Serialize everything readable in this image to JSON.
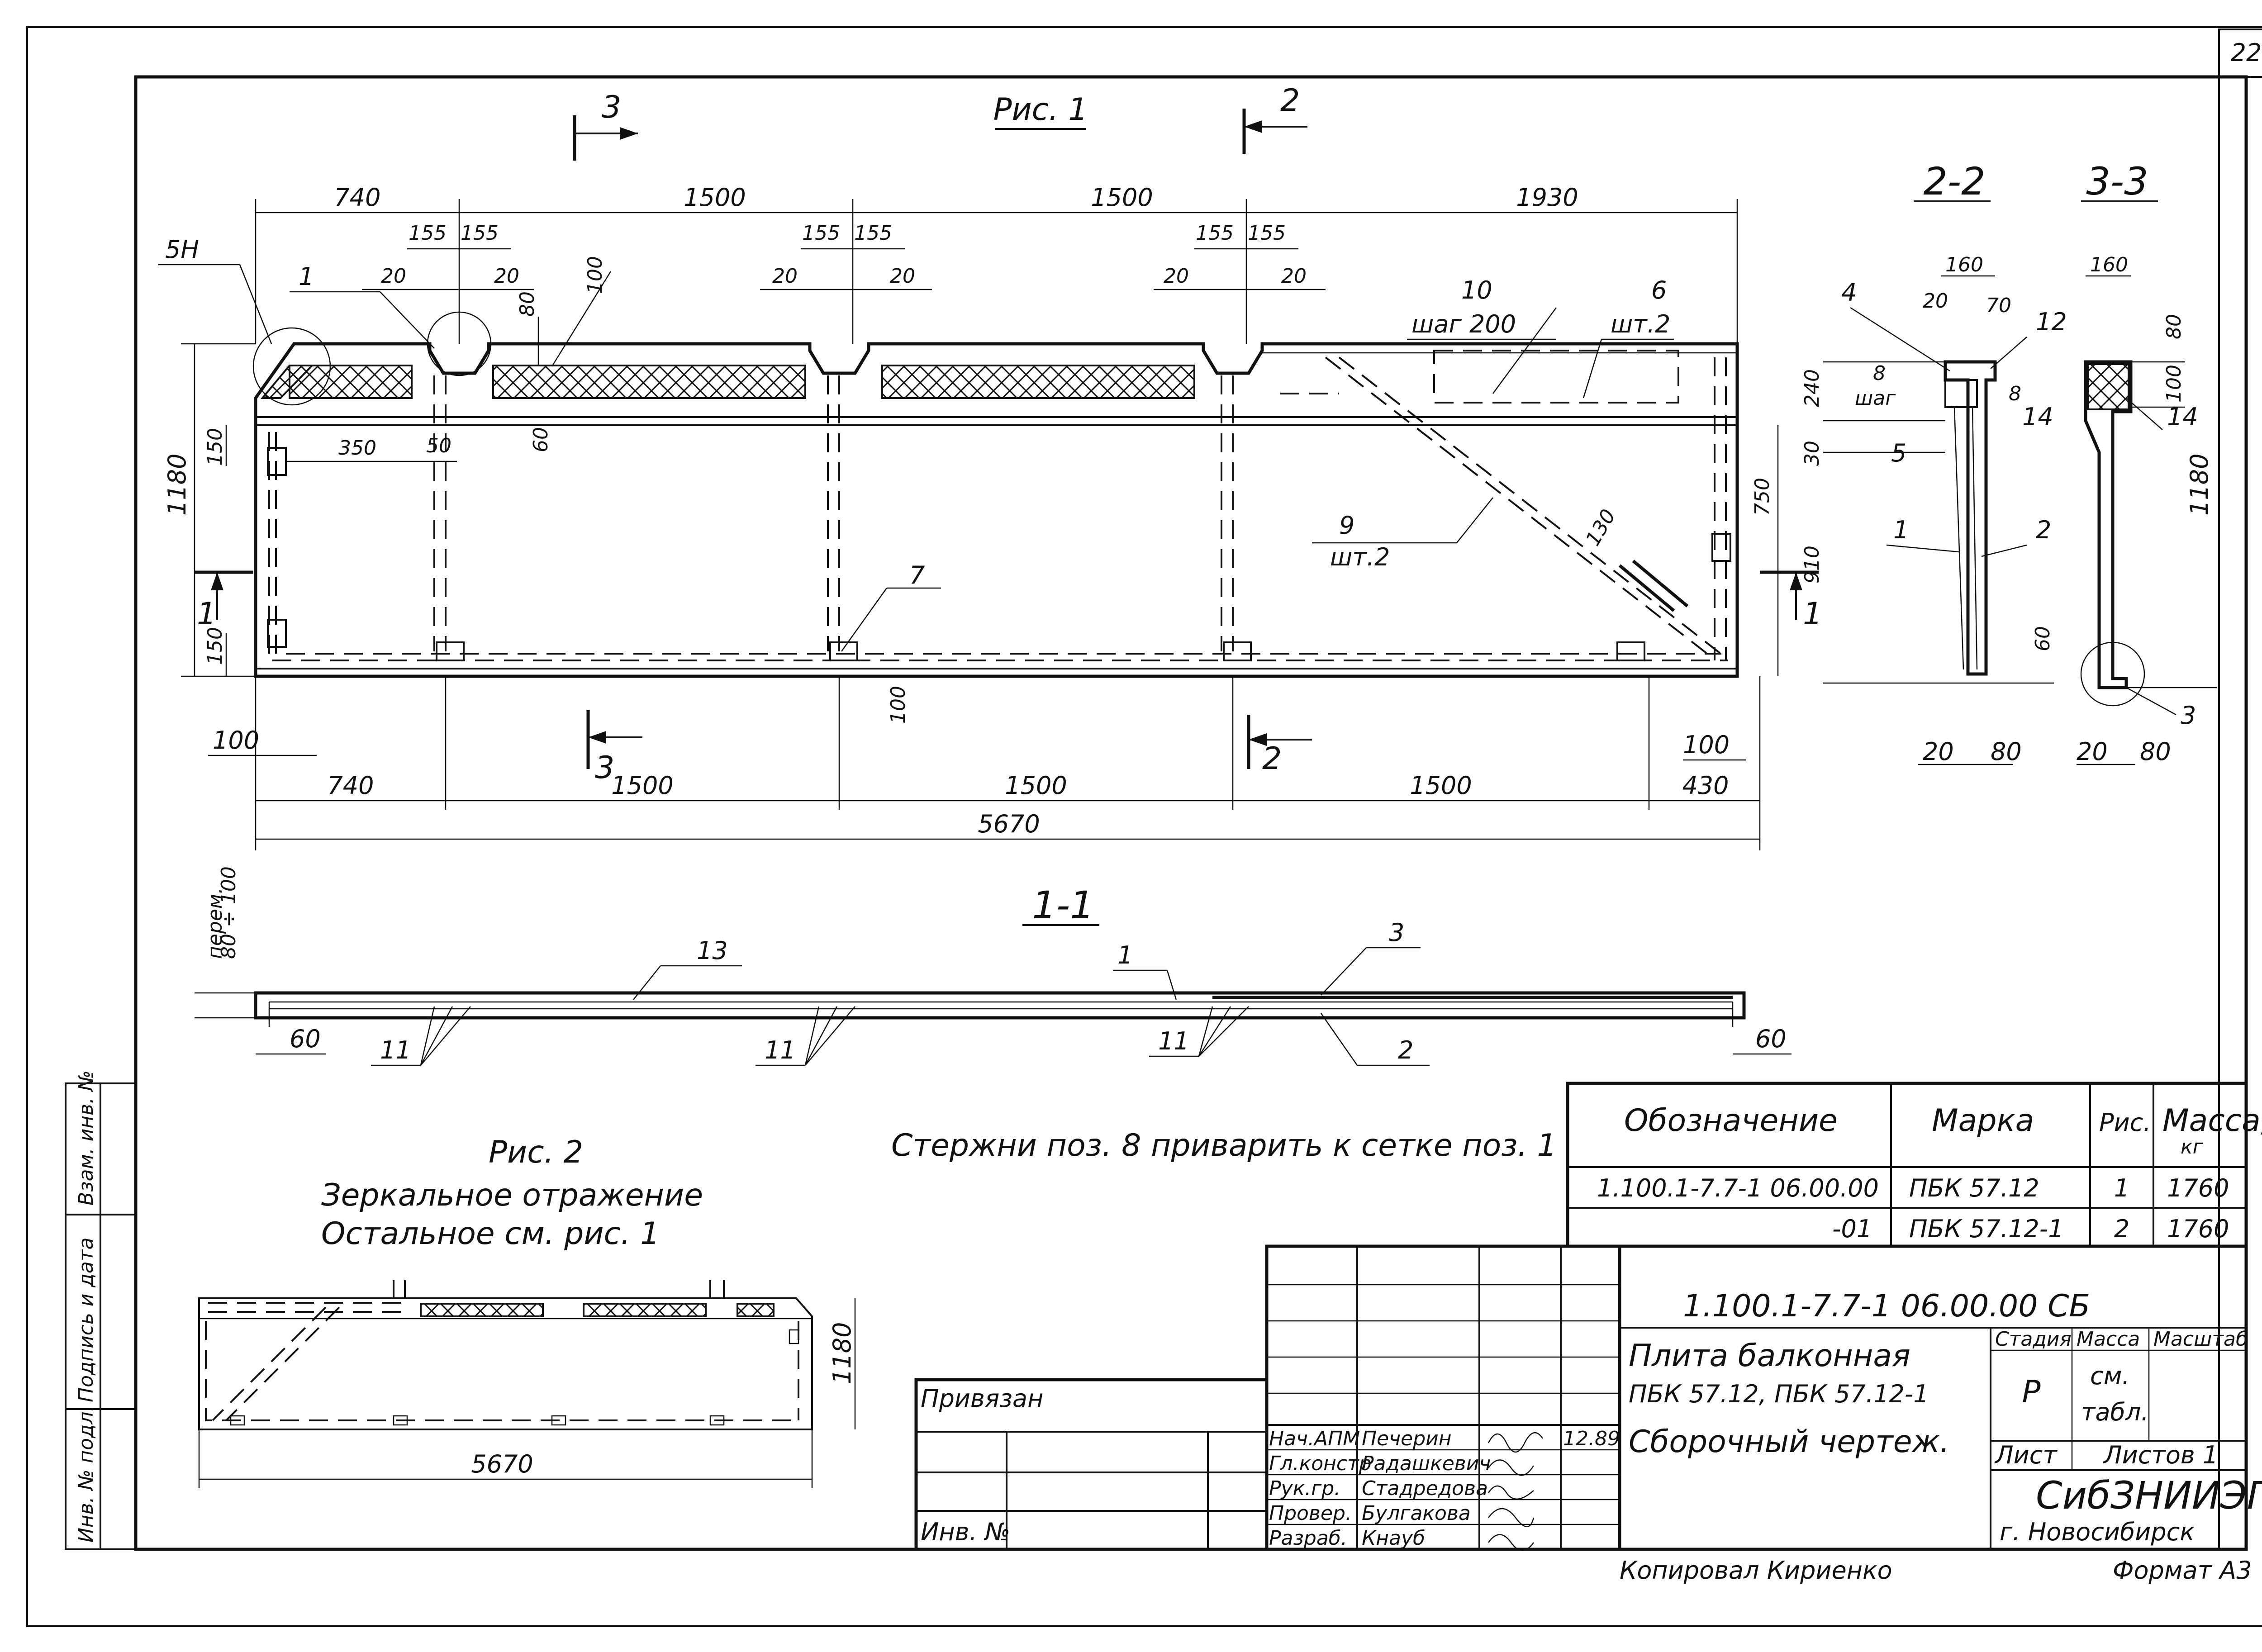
{
  "sheet": {
    "number": "22",
    "format": "Формат А3",
    "copied_by": "Копировал   Кириенко"
  },
  "fig1": {
    "title": "Рис. 1",
    "sections": {
      "s1": "1",
      "s2": "2",
      "s3": "3"
    },
    "dims_top": [
      "740",
      "1500",
      "1500",
      "1930"
    ],
    "dims_rib": [
      "155",
      "155",
      "155",
      "155",
      "155",
      "155"
    ],
    "dims_20": [
      "20",
      "20",
      "20",
      "20",
      "20",
      "20"
    ],
    "dims_left": [
      "1180",
      "150",
      "150"
    ],
    "dims_misc": [
      "350",
      "50",
      "60",
      "80",
      "100",
      "100",
      "100",
      "100",
      "750",
      "130"
    ],
    "dims_bottom": [
      "740",
      "1500",
      "1500",
      "1500",
      "430"
    ],
    "dim_total": "5670",
    "callouts": {
      "c5h": "5Н",
      "c1": "1",
      "c100": "100",
      "c10": "10",
      "c10b": "шаг 200",
      "c6": "6",
      "c6b": "шт.2",
      "c9": "9",
      "c9b": "шт.2",
      "c7": "7"
    }
  },
  "sec22": {
    "title": "2-2",
    "dims": [
      "160",
      "20",
      "70",
      "240",
      "30",
      "910",
      "60",
      "20",
      "80"
    ],
    "callouts": [
      "4",
      "12",
      "8",
      "шаг",
      "8",
      "14",
      "5",
      "1",
      "2"
    ]
  },
  "sec33": {
    "title": "3-3",
    "dims": [
      "160",
      "80",
      "100",
      "1180",
      "20",
      "80"
    ],
    "callouts": [
      "14",
      "3"
    ]
  },
  "sec11": {
    "title": "1-1",
    "label_var": "перем.",
    "label_range": "80 ÷ 100",
    "callouts": [
      "13",
      "1",
      "3",
      "11",
      "11",
      "11",
      "2"
    ],
    "dims": [
      "60",
      "60"
    ]
  },
  "fig2": {
    "title": "Рис. 2",
    "line1": "Зеркальное   отражение",
    "line2": "Остальное  см.  рис. 1",
    "dim_w": "5670",
    "dim_h": "1180"
  },
  "note": "Стержни поз. 8 приварить к сетке поз. 1",
  "spec": {
    "headers": [
      "Обозначение",
      "Марка",
      "Рис.",
      "Масса,",
      "кг"
    ],
    "rows": [
      [
        "1.100.1-7.7-1   06.00.00",
        "ПБК 57.12",
        "1",
        "1760"
      ],
      [
        "-01",
        "ПБК 57.12-1",
        "2",
        "1760"
      ]
    ]
  },
  "side_labels": [
    "Взам. инв. №",
    "Подпись и дата",
    "Инв. № подл."
  ],
  "privyazan": {
    "title": "Привязан",
    "inv": "Инв. №"
  },
  "stamp": {
    "code": "1.100.1-7.7-1                     06.00.00 СБ",
    "name1": "Плита  балконная",
    "name2": "ПБК 57.12, ПБК 57.12-1",
    "name3": "Сборочный  чертеж.",
    "col_stage": "Стадия",
    "col_mass": "Масса",
    "col_scale": "Масштаб",
    "stage": "Р",
    "mass1": "см.",
    "mass2": "табл.",
    "sheet_lbl": "Лист",
    "sheets_lbl": "Листов 1",
    "org1": "СибЗНИИЭП",
    "org2": "г. Новосибирск",
    "roles": [
      "Нач.АПМ",
      "Гл.констр",
      "Рук.гр.",
      "Провер.",
      "Разраб."
    ],
    "names": [
      "Печерин",
      "Радашкевич",
      "Стадредова",
      "Булгакова",
      "Кнауб"
    ],
    "date": "12.89"
  }
}
